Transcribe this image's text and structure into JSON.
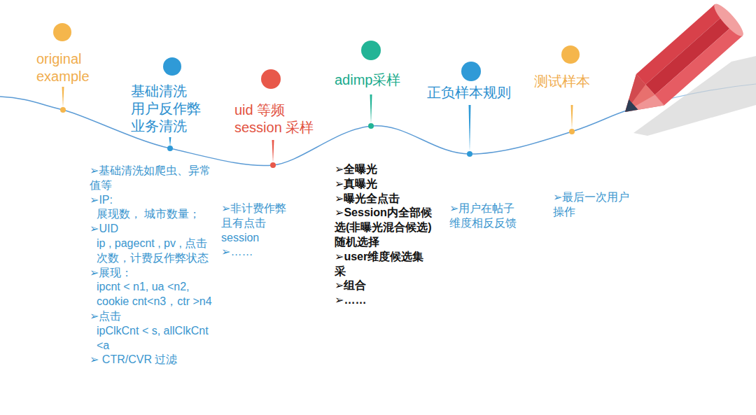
{
  "diagram": {
    "nodes": [
      {
        "text": [
          "original example"
        ]
      },
      {
        "text": [
          "基础清洗 用户反作弊 业务清洗",
          "➢基础清洗如爬虫、异常值等",
          "➢IP:",
          "展现数， 城市数量；",
          "➢UID",
          "ip , pagecnt , pv , 点击次数，计费反作弊状态",
          "➢展现：",
          "ipcnt < n1, ua <n2, cookie cnt<n3，ctr >n4",
          "➢点击",
          "ipClkCnt < s, allClkCnt <a",
          "➢ CTR/CVR 过滤"
        ]
      },
      {
        "text": [
          "uid 等频 session 采样",
          "➢非计费作弊且有点击session",
          "➢……"
        ]
      },
      {
        "text": [
          "adimp采样",
          "➢全曝光",
          "➢真曝光",
          "➢曝光全点击",
          "➢Session内全部候选(非曝光混合候选)随机选择",
          "➢user维度候选集采",
          "➢组合",
          "➢……"
        ]
      },
      {
        "text": [
          "正负样本规则",
          "➢用户在帖子维度相反反馈"
        ]
      },
      {
        "text": [
          "测试样本",
          "➢最后一次用户操作"
        ]
      }
    ]
  }
}
